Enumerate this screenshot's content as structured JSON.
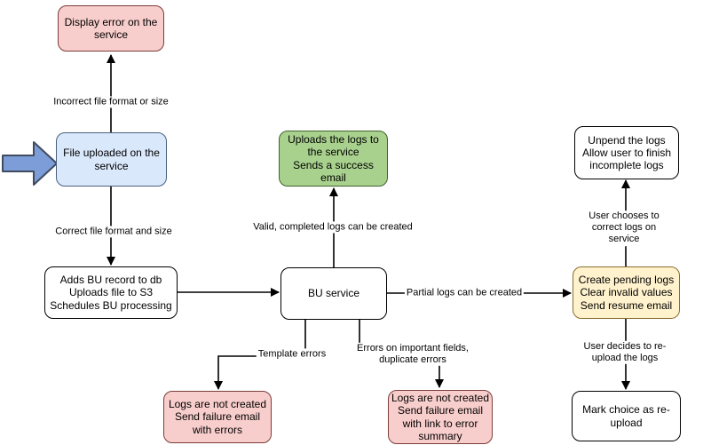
{
  "diagram": {
    "colors": {
      "canvas": "#ffffff",
      "line": "#000000",
      "node_text": "#000000"
    },
    "input_arrow": {
      "fill": "#7D9DD8",
      "stroke": "#3F4B5F"
    },
    "nodes": {
      "display_error": {
        "text": "Display error on the\nservice",
        "fill": "#F8CECC",
        "stroke": "#7a3d3a"
      },
      "file_uploaded": {
        "text": "File uploaded on the\nservice",
        "fill": "#DAE8FC",
        "stroke": "#4a5f7d"
      },
      "uploads_logs": {
        "text": "Uploads the logs to\nthe service\nSends a success\nemail",
        "fill": "#A9D18E",
        "stroke": "#41622e"
      },
      "unpend_logs": {
        "text": "Unpend the logs\nAllow user to finish\nincomplete logs",
        "fill": "#FFFFFF",
        "stroke": "#000000"
      },
      "adds_bu": {
        "text": "Adds BU record to db\nUploads file to S3\nSchedules BU processing",
        "fill": "#FFFFFF",
        "stroke": "#000000"
      },
      "bu_service": {
        "text": "BU service",
        "fill": "#FFFFFF",
        "stroke": "#000000"
      },
      "create_pending": {
        "text": "Create pending logs\nClear invalid values\nSend resume email",
        "fill": "#FFF2CC",
        "stroke": "#8a6d2f"
      },
      "logs_failure_errors": {
        "text": "Logs are not created\nSend failure email\nwith errors",
        "fill": "#F8CECC",
        "stroke": "#7a3d3a"
      },
      "logs_failure_summary": {
        "text": "Logs are not created\nSend failure email\nwith link to error\nsummary",
        "fill": "#F8CECC",
        "stroke": "#7a3d3a"
      },
      "mark_reupload": {
        "text": "Mark choice as re-\nupload",
        "fill": "#FFFFFF",
        "stroke": "#000000"
      }
    },
    "edge_labels": {
      "incorrect": {
        "text": "Incorrect file format or size"
      },
      "correct": {
        "text": "Correct file format and size"
      },
      "valid": {
        "text": "Valid, completed logs can be created"
      },
      "partial": {
        "text": "Partial logs can be created"
      },
      "template": {
        "text": "Template errors"
      },
      "important_fields": {
        "text": "Errors on important fields,\nduplicate errors"
      },
      "user_chooses": {
        "text": "User chooses to correct logs on service"
      },
      "user_decides": {
        "text": "User decides to re-upload the logs"
      }
    }
  }
}
